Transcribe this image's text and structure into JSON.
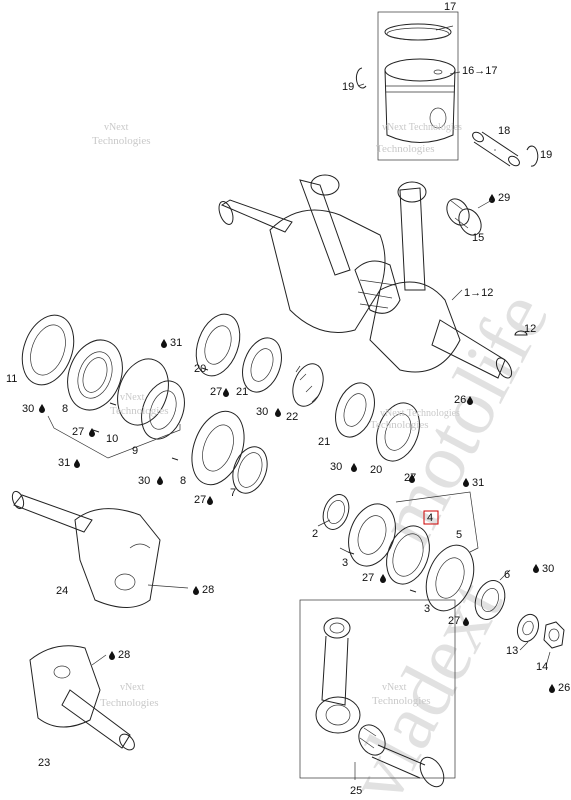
{
  "callouts": {
    "c17": "17",
    "c16": "16→17",
    "c19a": "19",
    "c18": "18",
    "c19b": "19",
    "c29": "29",
    "c15": "15",
    "c1_12": "1→12",
    "c12": "12",
    "c11": "11",
    "c30a": "30",
    "c8a": "8",
    "c27a": "27",
    "c10": "10",
    "c31a": "31",
    "c31b": "31",
    "c9": "9",
    "c20a": "20",
    "c27b": "27",
    "c21a": "21",
    "c30b": "30",
    "c22": "22",
    "c26a": "26",
    "c30c": "30",
    "c8b": "8",
    "c27c": "27",
    "c7": "7",
    "c21b": "21",
    "c30d": "30",
    "c20b": "20",
    "c27d": "27",
    "c31c": "31",
    "c4": "4",
    "c2": "2",
    "c3a": "3",
    "c5": "5",
    "c27e": "27",
    "c3b": "3",
    "c27f": "27",
    "c6": "6",
    "c30e": "30",
    "c13": "13",
    "c14": "14",
    "c26b": "26",
    "c24": "24",
    "c28a": "28",
    "c28b": "28",
    "c23": "23",
    "c25": "25"
  },
  "watermarks": {
    "w1a": "vNext",
    "w1b": "Technologies",
    "w2a": "vNext Technologies",
    "w2b": "Technologies",
    "w3a": "vNext",
    "w3b": "Technologies",
    "w4a": "vNext Technologies",
    "w4b": "Technologies",
    "w5a": "vNext",
    "w5b": "Technologies",
    "w6a": "vNext",
    "w6b": "Technologies",
    "big1": "vladext",
    "big2": "motolife"
  },
  "colors": {
    "line": "#222222",
    "highlight": "#cc0000",
    "watermark": "#c9c9c9"
  },
  "icons": {
    "oil": "oil-drop-icon",
    "arrow": "right-arrow-icon"
  }
}
